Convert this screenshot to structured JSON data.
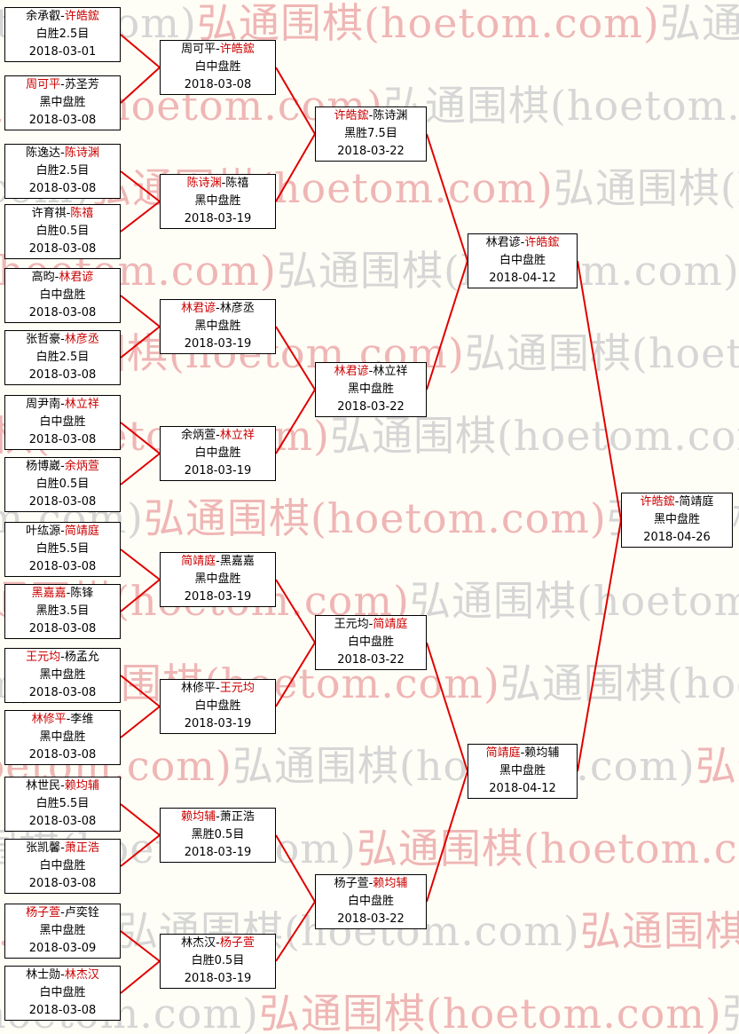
{
  "watermark": {
    "text": "弘通围棋(hoetom.com)",
    "gray_color": "#d6d6d6",
    "pink_color": "#efb6b6"
  },
  "line_color": "#e00000",
  "winner_color": "#cc0000",
  "rounds": [
    {
      "name": "round-of-32",
      "matches": [
        {
          "p1": "余承叡",
          "p2": "许皓鋐",
          "winner": 2,
          "result": "白胜2.5目",
          "date": "2018-03-01"
        },
        {
          "p1": "周可平",
          "p2": "苏圣芳",
          "winner": 1,
          "result": "黑中盘胜",
          "date": "2018-03-08"
        },
        {
          "p1": "陈逸达",
          "p2": "陈诗渊",
          "winner": 2,
          "result": "白胜2.5目",
          "date": "2018-03-08"
        },
        {
          "p1": "许育祺",
          "p2": "陈禧",
          "winner": 2,
          "result": "白胜0.5目",
          "date": "2018-03-08"
        },
        {
          "p1": "高昀",
          "p2": "林君谚",
          "winner": 2,
          "result": "白中盘胜",
          "date": "2018-03-08"
        },
        {
          "p1": "张哲豪",
          "p2": "林彦丞",
          "winner": 2,
          "result": "白胜2.5目",
          "date": "2018-03-08"
        },
        {
          "p1": "周尹南",
          "p2": "林立祥",
          "winner": 2,
          "result": "白中盘胜",
          "date": "2018-03-08"
        },
        {
          "p1": "杨博崴",
          "p2": "余炳萱",
          "winner": 2,
          "result": "白胜0.5目",
          "date": "2018-03-08"
        },
        {
          "p1": "叶纮源",
          "p2": "简靖庭",
          "winner": 2,
          "result": "白胜5.5目",
          "date": "2018-03-08"
        },
        {
          "p1": "黑嘉嘉",
          "p2": "陈锋",
          "winner": 1,
          "result": "黑胜3.5目",
          "date": "2018-03-08"
        },
        {
          "p1": "王元均",
          "p2": "杨孟允",
          "winner": 1,
          "result": "黑中盘胜",
          "date": "2018-03-08"
        },
        {
          "p1": "林修平",
          "p2": "李维",
          "winner": 1,
          "result": "黑中盘胜",
          "date": "2018-03-08"
        },
        {
          "p1": "林世民",
          "p2": "赖均辅",
          "winner": 2,
          "result": "白胜5.5目",
          "date": "2018-03-08"
        },
        {
          "p1": "张凯馨",
          "p2": "萧正浩",
          "winner": 2,
          "result": "白中盘胜",
          "date": "2018-03-08"
        },
        {
          "p1": "杨子萱",
          "p2": "卢奕铨",
          "winner": 1,
          "result": "黑中盘胜",
          "date": "2018-03-09"
        },
        {
          "p1": "林士勋",
          "p2": "林杰汉",
          "winner": 2,
          "result": "白中盘胜",
          "date": "2018-03-08"
        }
      ]
    },
    {
      "name": "round-of-16",
      "matches": [
        {
          "p1": "周可平",
          "p2": "许皓鋐",
          "winner": 2,
          "result": "白中盘胜",
          "date": "2018-03-08"
        },
        {
          "p1": "陈诗渊",
          "p2": "陈禧",
          "winner": 1,
          "result": "黑中盘胜",
          "date": "2018-03-19"
        },
        {
          "p1": "林君谚",
          "p2": "林彦丞",
          "winner": 1,
          "result": "黑中盘胜",
          "date": "2018-03-19"
        },
        {
          "p1": "余炳萱",
          "p2": "林立祥",
          "winner": 2,
          "result": "白中盘胜",
          "date": "2018-03-19"
        },
        {
          "p1": "简靖庭",
          "p2": "黑嘉嘉",
          "winner": 1,
          "result": "黑中盘胜",
          "date": "2018-03-19"
        },
        {
          "p1": "林修平",
          "p2": "王元均",
          "winner": 2,
          "result": "白中盘胜",
          "date": "2018-03-19"
        },
        {
          "p1": "赖均辅",
          "p2": "萧正浩",
          "winner": 1,
          "result": "黑胜0.5目",
          "date": "2018-03-19"
        },
        {
          "p1": "林杰汉",
          "p2": "杨子萱",
          "winner": 2,
          "result": "白胜0.5目",
          "date": "2018-03-19"
        }
      ]
    },
    {
      "name": "quarterfinals",
      "matches": [
        {
          "p1": "许皓鋐",
          "p2": "陈诗渊",
          "winner": 1,
          "result": "黑胜7.5目",
          "date": "2018-03-22"
        },
        {
          "p1": "林君谚",
          "p2": "林立祥",
          "winner": 1,
          "result": "黑中盘胜",
          "date": "2018-03-22"
        },
        {
          "p1": "王元均",
          "p2": "简靖庭",
          "winner": 2,
          "result": "白中盘胜",
          "date": "2018-03-22"
        },
        {
          "p1": "杨子萱",
          "p2": "赖均辅",
          "winner": 2,
          "result": "白中盘胜",
          "date": "2018-03-22"
        }
      ]
    },
    {
      "name": "semifinals",
      "matches": [
        {
          "p1": "林君谚",
          "p2": "许皓鋐",
          "winner": 2,
          "result": "白中盘胜",
          "date": "2018-04-12"
        },
        {
          "p1": "简靖庭",
          "p2": "赖均辅",
          "winner": 1,
          "result": "黑中盘胜",
          "date": "2018-04-12"
        }
      ]
    },
    {
      "name": "final",
      "matches": [
        {
          "p1": "许皓鋐",
          "p2": "简靖庭",
          "winner": 1,
          "result": "黑中盘胜",
          "date": "2018-04-26"
        }
      ]
    }
  ]
}
